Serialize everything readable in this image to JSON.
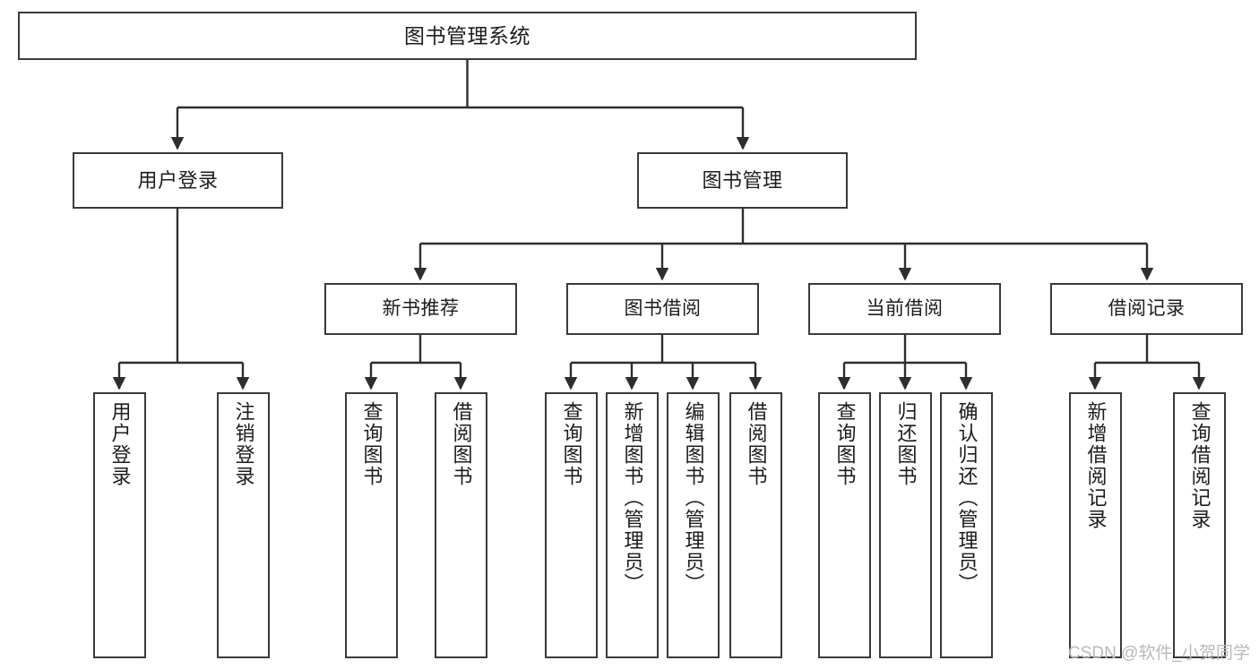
{
  "diagram": {
    "title": "图书管理系统",
    "type": "functional-structure-tree",
    "root": {
      "label": "图书管理系统"
    },
    "level2": [
      {
        "label": "用户登录"
      },
      {
        "label": "图书管理"
      }
    ],
    "level3": [
      {
        "label": "新书推荐"
      },
      {
        "label": "图书借阅"
      },
      {
        "label": "当前借阅"
      },
      {
        "label": "借阅记录"
      }
    ],
    "leaves": [
      {
        "label": "用户登录"
      },
      {
        "label": "注销登录"
      },
      {
        "label": "查询图书"
      },
      {
        "label": "借阅图书"
      },
      {
        "label": "查询图书"
      },
      {
        "label": "新增图书（管理员）"
      },
      {
        "label": "编辑图书（管理员）"
      },
      {
        "label": "借阅图书"
      },
      {
        "label": "查询图书"
      },
      {
        "label": "归还图书"
      },
      {
        "label": "确认归还（管理员）"
      },
      {
        "label": "新增借阅记录"
      },
      {
        "label": "查询借阅记录"
      }
    ]
  },
  "watermark": {
    "text": "CSDN @软件_小贺同学"
  },
  "colors": {
    "stroke": "#3a3a3a",
    "fill": "#ffffff",
    "text": "#1c1c1c",
    "watermark": "#b9b9b9"
  }
}
